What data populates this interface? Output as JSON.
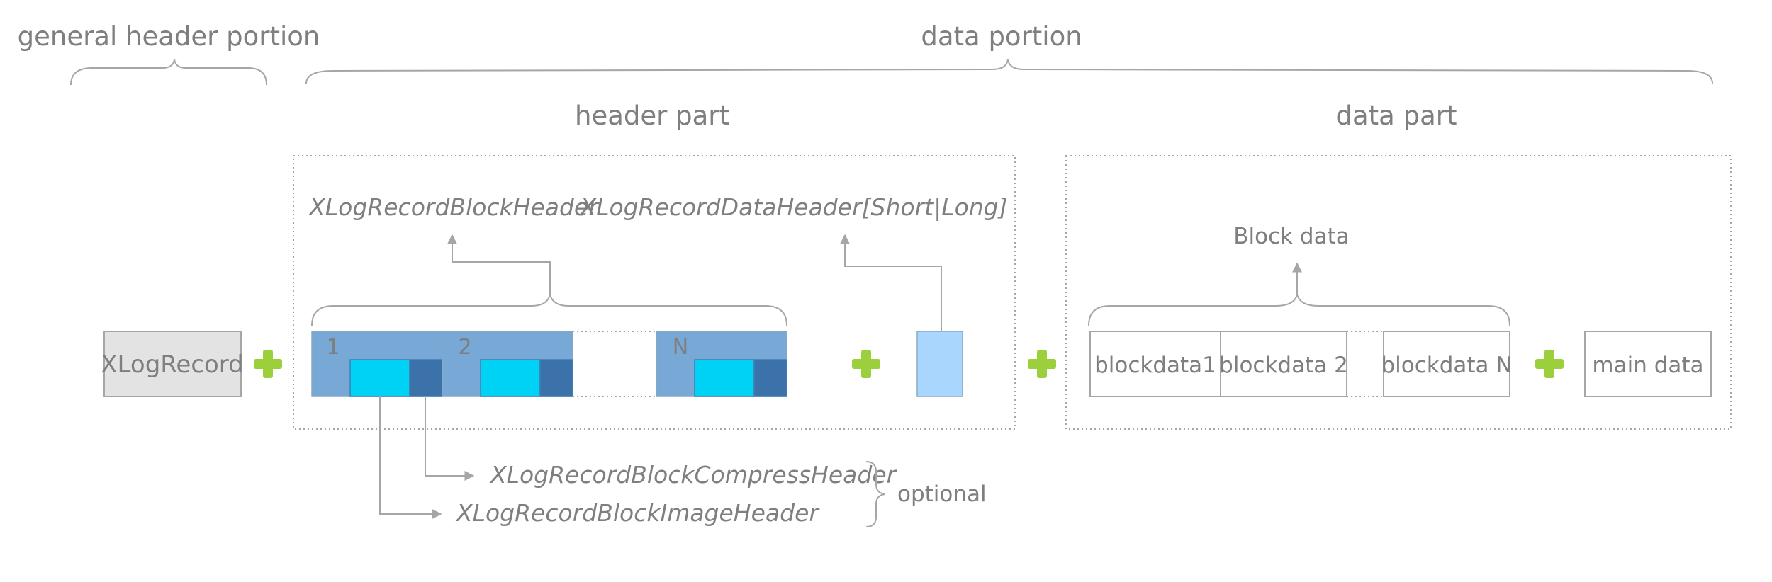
{
  "labels": {
    "general_header_portion": "general header portion",
    "data_portion": "data portion",
    "header_part": "header part",
    "data_part": "data part",
    "block_header": "XLogRecordBlockHeader",
    "data_header": "XLogRecordDataHeader[Short|Long]",
    "block_data": "Block data",
    "compress_header": "XLogRecordBlockCompressHeader",
    "image_header": "XLogRecordBlockImageHeader",
    "optional": "optional"
  },
  "boxes": {
    "xlogrecord": "XLogRecord",
    "block_headers": [
      "1",
      "2",
      "N"
    ],
    "blockdata": [
      "blockdata1",
      "blockdata 2",
      "blockdata N"
    ],
    "main_data": "main data"
  },
  "colors": {
    "text": "#7f7f7f",
    "line": "#a6a6a6",
    "xlogrecord_fill": "#e3e3e3",
    "block_header_fill": "#78a8d6",
    "image_part_fill": "#00d2f6",
    "compress_part_fill": "#3a72a9",
    "data_header_fill": "#a8d6fc",
    "plus": "#9bcf3b"
  }
}
